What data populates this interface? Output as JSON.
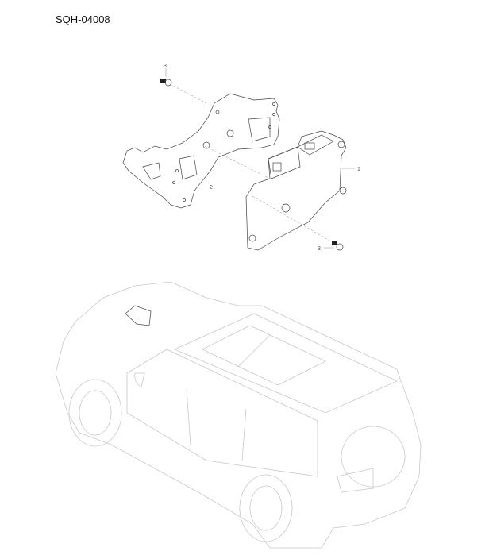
{
  "diagram": {
    "code": "SQH-04008",
    "callouts": [
      {
        "id": "callout-1",
        "label": "1",
        "part": "control-module"
      },
      {
        "id": "callout-2",
        "label": "2",
        "part": "mounting-bracket"
      },
      {
        "id": "callout-3a",
        "label": "3",
        "part": "bolt-upper"
      },
      {
        "id": "callout-3b",
        "label": "3",
        "part": "bolt-lower"
      }
    ],
    "colors": {
      "line": "#444444",
      "vehicle_line": "#c8c8c8",
      "background": "#ffffff"
    }
  }
}
